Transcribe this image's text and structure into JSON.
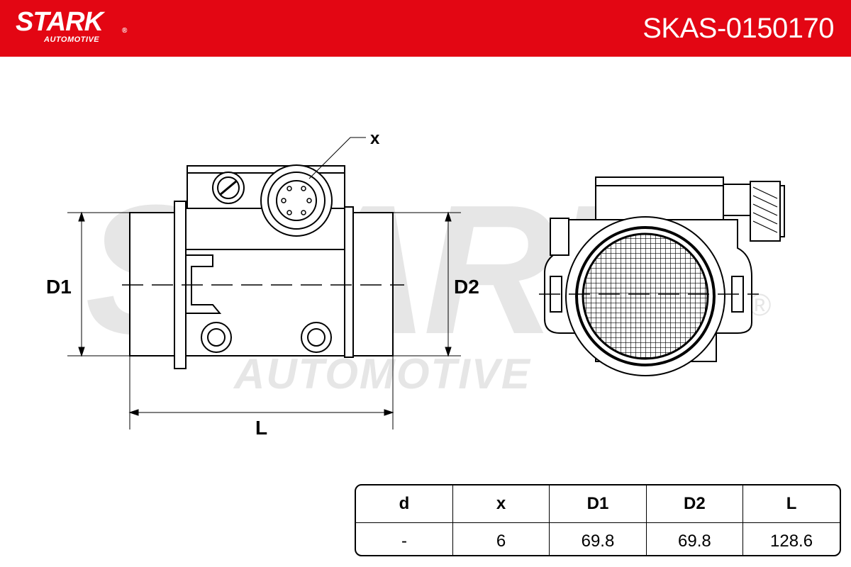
{
  "header": {
    "brand": "STARK",
    "brand_sub": "AUTOMOTIVE",
    "registered_mark": "®",
    "part_number": "SKAS-0150170",
    "background_color": "#e30613",
    "text_color": "#ffffff"
  },
  "drawing": {
    "labels": {
      "d1": "D1",
      "d2": "D2",
      "length": "L",
      "connector_pins": "x"
    },
    "watermark": {
      "brand": "STARK",
      "sub": "AUTOMOTIVE",
      "mark": "®",
      "color": "#e6e6e6"
    }
  },
  "spec_table": {
    "headers": [
      "d",
      "x",
      "D1",
      "D2",
      "L"
    ],
    "values": [
      "-",
      "6",
      "69.8",
      "69.8",
      "128.6"
    ]
  }
}
